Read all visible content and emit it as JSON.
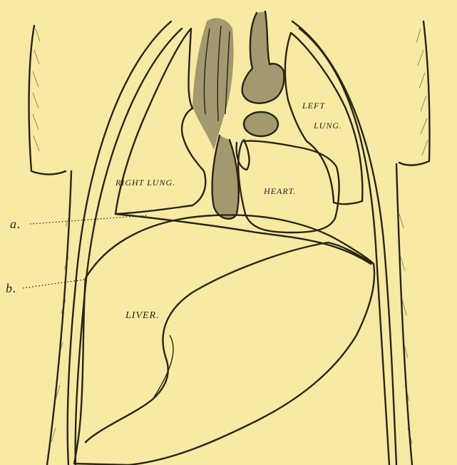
{
  "diagram": {
    "labels": {
      "right_lung": "RIGHT LUNG.",
      "left_lung_line1": "LEFT",
      "left_lung_line2": "LUNG.",
      "heart": "HEART.",
      "liver": "LIVER.",
      "marker_a": "a.",
      "marker_b": "b."
    }
  }
}
